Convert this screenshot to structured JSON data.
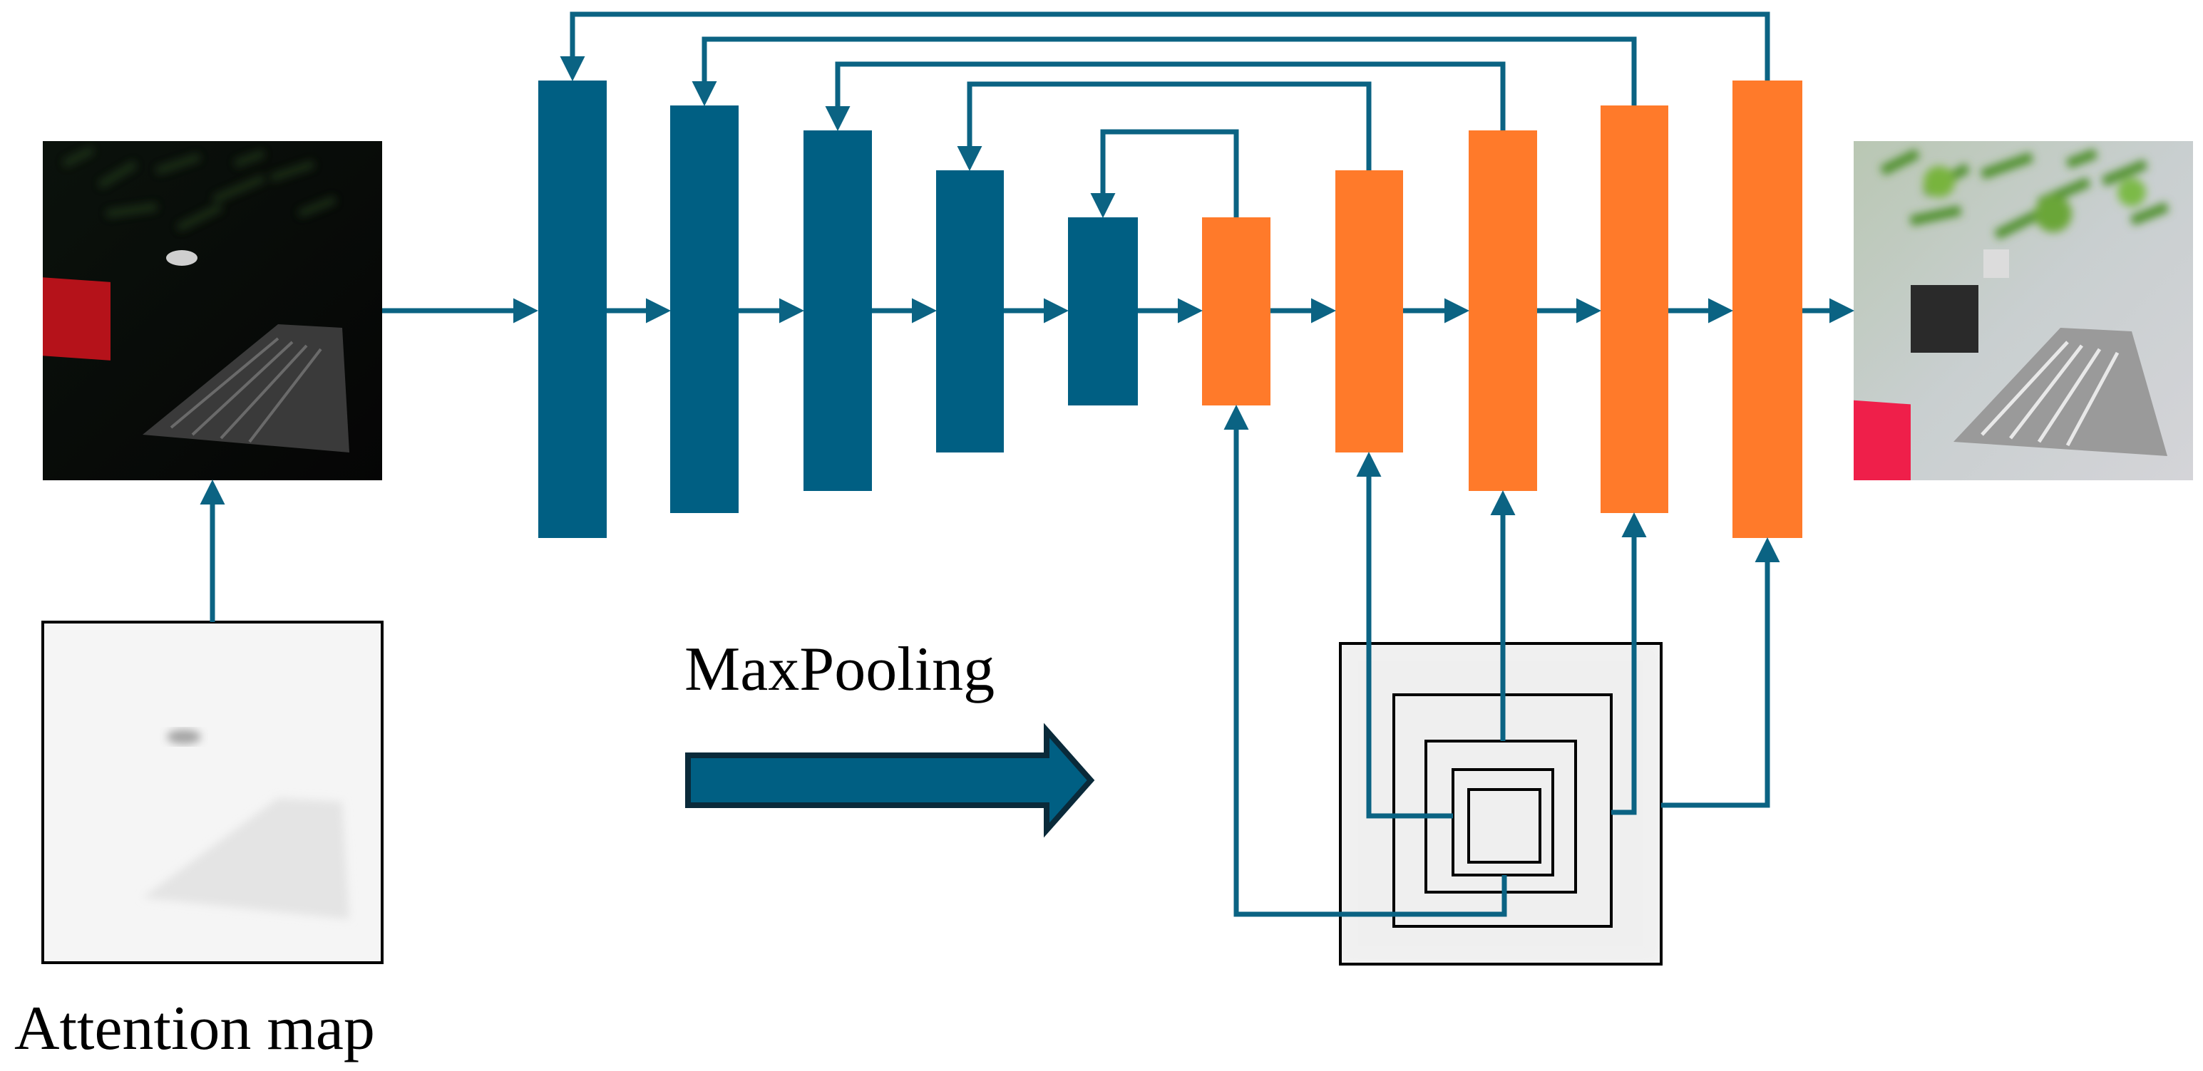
{
  "labels": {
    "attention_map": "Attention map",
    "maxpooling": "MaxPooling"
  },
  "colors": {
    "encoder": "#005f83",
    "decoder": "#ff7a2a",
    "arrow": "#0b6383",
    "outline": "#000000",
    "maxpool_arrow_fill": "#005f83",
    "maxpool_arrow_stroke": "#0a2a3a"
  },
  "images": {
    "input": "low-light input image (dark scene, red object, tiled surface)",
    "attention": "attention map (near-white grayscale)",
    "output": "enhanced output image (bright scene, green plants, red object)"
  }
}
